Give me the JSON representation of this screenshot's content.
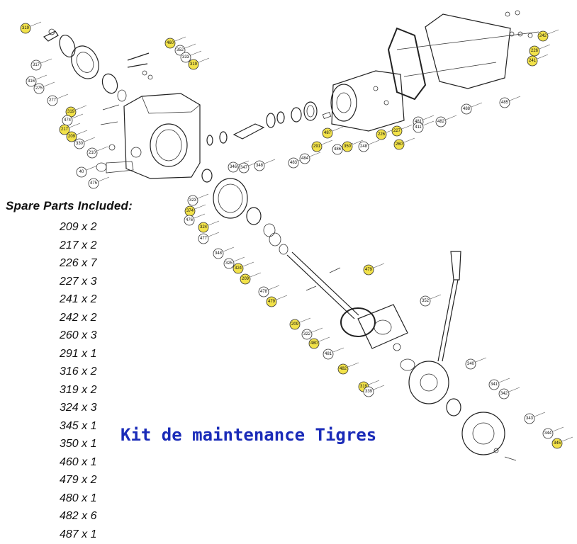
{
  "spare_parts": {
    "title": "Spare Parts  Included:",
    "items": [
      "209 x 2",
      "217 x 2",
      "226 x 7",
      "227 x 3",
      "241 x 2",
      "242 x 2",
      "260 x 3",
      "291 x 1",
      "316 x 2",
      "319 x 2",
      "324 x 3",
      "345 x 1",
      "350 x 1",
      "460 x 1",
      "479 x 2",
      "480 x 1",
      "482 x 6",
      "487 x 1"
    ]
  },
  "kit_title": "Kit de maintenance Tigres",
  "colors": {
    "highlight": "#f2e24a",
    "kit_title": "#1a2bb8",
    "callout_plain": "#ffffff"
  },
  "callouts": [
    {
      "label": "319",
      "hl": true
    },
    {
      "label": "317",
      "hl": false
    },
    {
      "label": "316",
      "hl": false
    },
    {
      "label": "275",
      "hl": false
    },
    {
      "label": "277",
      "hl": false
    },
    {
      "label": "319",
      "hl": true
    },
    {
      "label": "474",
      "hl": false
    },
    {
      "label": "217",
      "hl": true
    },
    {
      "label": "209",
      "hl": true
    },
    {
      "label": "330",
      "hl": false
    },
    {
      "label": "210",
      "hl": false
    },
    {
      "label": "40",
      "hl": false
    },
    {
      "label": "475",
      "hl": false
    },
    {
      "label": "460",
      "hl": true
    },
    {
      "label": "352",
      "hl": false
    },
    {
      "label": "333",
      "hl": false
    },
    {
      "label": "319",
      "hl": true
    },
    {
      "label": "346",
      "hl": false
    },
    {
      "label": "347",
      "hl": false
    },
    {
      "label": "348",
      "hl": false
    },
    {
      "label": "483",
      "hl": false
    },
    {
      "label": "484",
      "hl": false
    },
    {
      "label": "291",
      "hl": true
    },
    {
      "label": "487",
      "hl": true
    },
    {
      "label": "486",
      "hl": false
    },
    {
      "label": "350",
      "hl": true
    },
    {
      "label": "248",
      "hl": false
    },
    {
      "label": "226",
      "hl": true
    },
    {
      "label": "227",
      "hl": true
    },
    {
      "label": "260",
      "hl": true
    },
    {
      "label": "481",
      "hl": false
    },
    {
      "label": "411",
      "hl": false
    },
    {
      "label": "482",
      "hl": false
    },
    {
      "label": "488",
      "hl": false
    },
    {
      "label": "485",
      "hl": false
    },
    {
      "label": "242",
      "hl": true
    },
    {
      "label": "226",
      "hl": true
    },
    {
      "label": "241",
      "hl": true
    },
    {
      "label": "323",
      "hl": false
    },
    {
      "label": "374",
      "hl": true
    },
    {
      "label": "476",
      "hl": false
    },
    {
      "label": "324",
      "hl": true
    },
    {
      "label": "477",
      "hl": false
    },
    {
      "label": "348",
      "hl": false
    },
    {
      "label": "325",
      "hl": false
    },
    {
      "label": "324",
      "hl": true
    },
    {
      "label": "209",
      "hl": true
    },
    {
      "label": "478",
      "hl": false
    },
    {
      "label": "479",
      "hl": true
    },
    {
      "label": "479",
      "hl": true
    },
    {
      "label": "352",
      "hl": false
    },
    {
      "label": "209",
      "hl": true
    },
    {
      "label": "322",
      "hl": false
    },
    {
      "label": "480",
      "hl": true
    },
    {
      "label": "481",
      "hl": false
    },
    {
      "label": "482",
      "hl": true
    },
    {
      "label": "319",
      "hl": true
    },
    {
      "label": "339",
      "hl": false
    },
    {
      "label": "340",
      "hl": false
    },
    {
      "label": "341",
      "hl": false
    },
    {
      "label": "342",
      "hl": false
    },
    {
      "label": "343",
      "hl": false
    },
    {
      "label": "344",
      "hl": false
    },
    {
      "label": "345",
      "hl": true
    }
  ]
}
